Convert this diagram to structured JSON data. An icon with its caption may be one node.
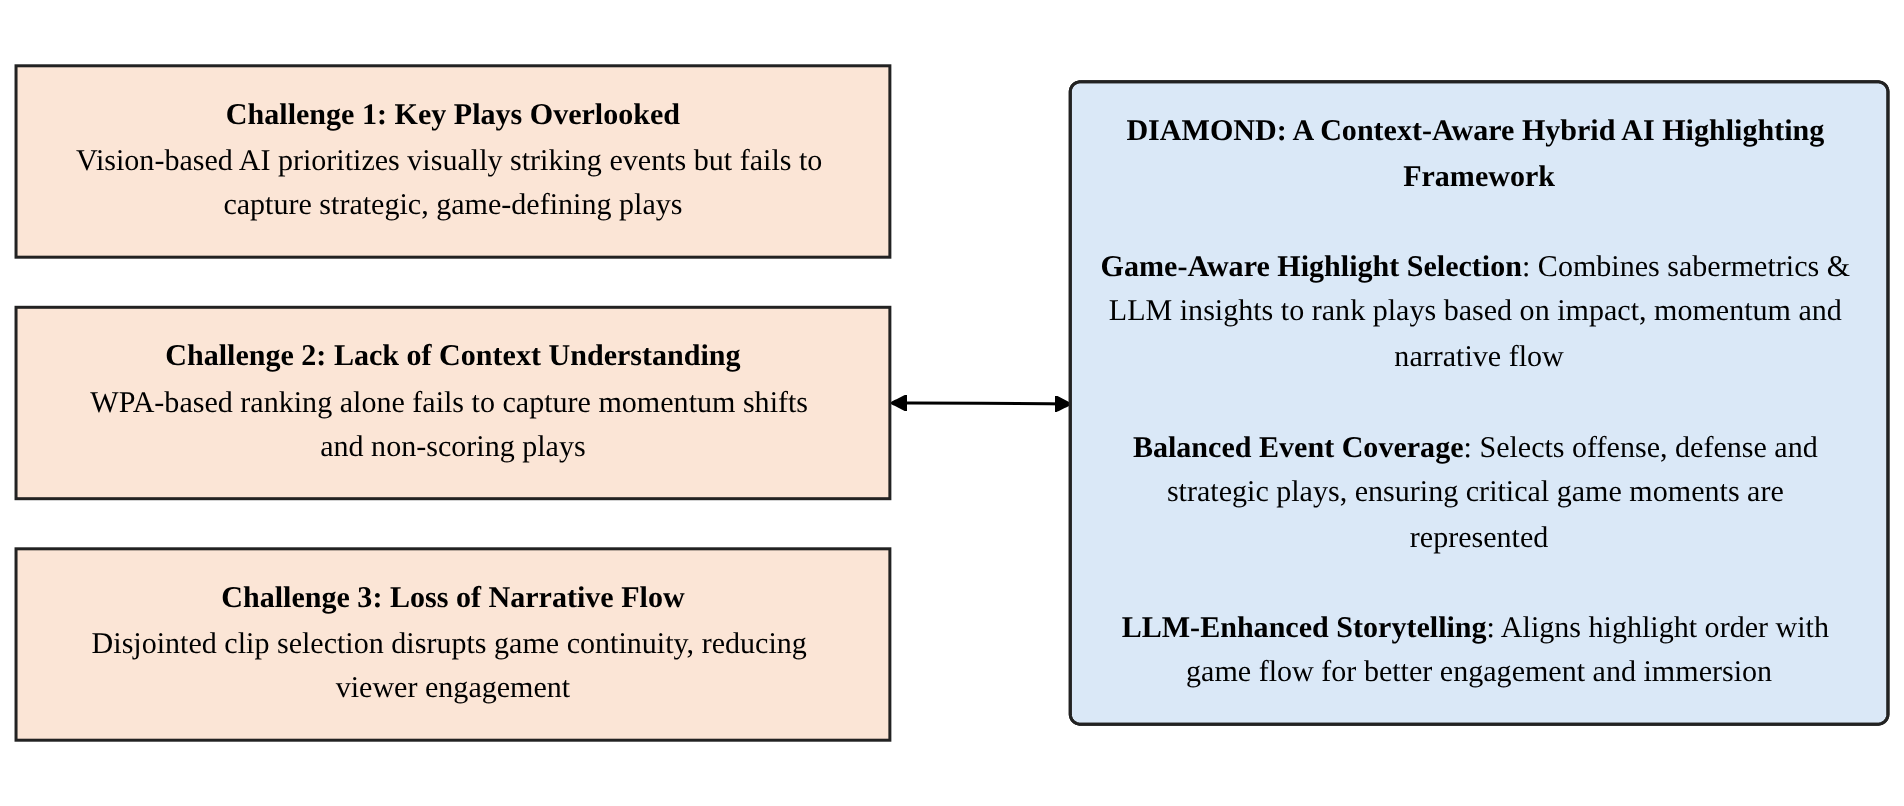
{
  "diagram": {
    "nodes": [
      {
        "text": [
          "Challenge 1: Key Plays Overlooked",
          "Vision-based AI prioritizes visually striking events but fails to capture strategic, game-defining plays"
        ]
      },
      {
        "text": [
          "Challenge 2: Lack of Context Understanding",
          "WPA-based ranking alone fails to capture momentum shifts and non-scoring plays"
        ]
      },
      {
        "text": [
          "Challenge 3: Loss of Narrative Flow",
          "Disjointed clip selection disrupts game continuity, reducing viewer engagement"
        ]
      },
      {
        "text": [
          "DIAMOND: A Context-Aware Hybrid AI Highlighting Framework",
          "**Game-Aware Highlight Selection**: Combines sabermetrics & LLM insights to rank plays based on impact, momentum and narrative flow",
          "**Balanced Event Coverage**: Selects offense, defense and strategic plays, ensuring critical game moments are represented",
          "**LLM-Enhanced Storytelling**: Aligns highlight order with game flow for better engagement and immersion"
        ]
      }
    ],
    "edges": [
      {
        "from": 1,
        "to": 3,
        "arrow": "both"
      }
    ]
  }
}
